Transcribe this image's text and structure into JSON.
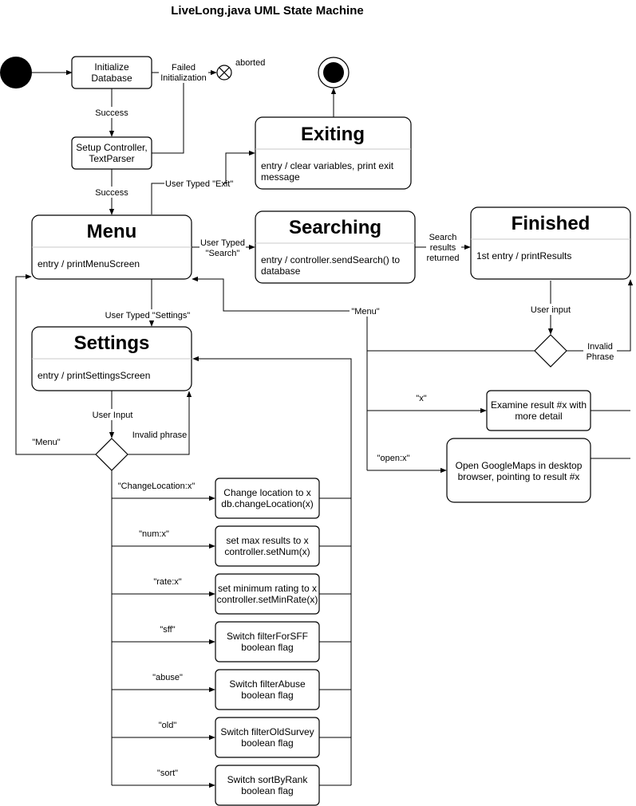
{
  "title": "LiveLong.java UML State Machine",
  "pseudo": {
    "aborted": "aborted"
  },
  "states": {
    "init": [
      "Initialize",
      "Database"
    ],
    "setup": [
      "Setup Controller,",
      "TextParser"
    ],
    "exiting": {
      "name": "Exiting",
      "body": [
        "entry / clear variables, print exit",
        "message"
      ]
    },
    "menu": {
      "name": "Menu",
      "body": [
        "entry / printMenuScreen"
      ]
    },
    "searching": {
      "name": "Searching",
      "body": [
        "entry / controller.sendSearch() to",
        "database"
      ]
    },
    "finished": {
      "name": "Finished",
      "body": [
        "1st entry / printResults"
      ]
    },
    "settings": {
      "name": "Settings",
      "body": [
        "entry / printSettingsScreen"
      ]
    },
    "examine": [
      "Examine result #x with",
      "more detail"
    ],
    "maps": [
      "Open GoogleMaps in desktop",
      "browser, pointing to result #x"
    ],
    "change_location": [
      "Change location to x",
      "db.changeLocation(x)"
    ],
    "set_num": [
      "set max results to x",
      "controller.setNum(x)"
    ],
    "set_rate": [
      "set minimum rating to x",
      "controller.setMinRate(x)"
    ],
    "sff": [
      "Switch filterForSFF",
      "boolean flag"
    ],
    "abuse": [
      "Switch filterAbuse",
      "boolean flag"
    ],
    "old": [
      "Switch filterOldSurvey",
      "boolean flag"
    ],
    "sort": [
      "Switch sortByRank",
      "boolean flag"
    ]
  },
  "transitions": {
    "failed_init": [
      "Failed",
      "Initialization"
    ],
    "success1": "Success",
    "success2": "Success",
    "typed_exit": "User Typed \"Exit\"",
    "typed_search": [
      "User Typed",
      "\"Search\""
    ],
    "search_results": [
      "Search",
      "results",
      "returned"
    ],
    "typed_settings": "User Typed \"Settings\"",
    "menu_from_results": "\"Menu\"",
    "user_input_results": "User input",
    "invalid_phrase_results": [
      "Invalid",
      "Phrase"
    ],
    "x_cmd": "\"x\"",
    "open_cmd": "\"open:x\"",
    "user_input_settings": "User Input",
    "menu_from_settings": "\"Menu\"",
    "invalid_phrase_settings": "Invalid phrase",
    "change_location_cmd": "\"ChangeLocation:x\"",
    "num_cmd": "\"num:x\"",
    "rate_cmd": "\"rate:x\"",
    "sff_cmd": "\"sff\"",
    "abuse_cmd": "\"abuse\"",
    "old_cmd": "\"old\"",
    "sort_cmd": "\"sort\""
  }
}
